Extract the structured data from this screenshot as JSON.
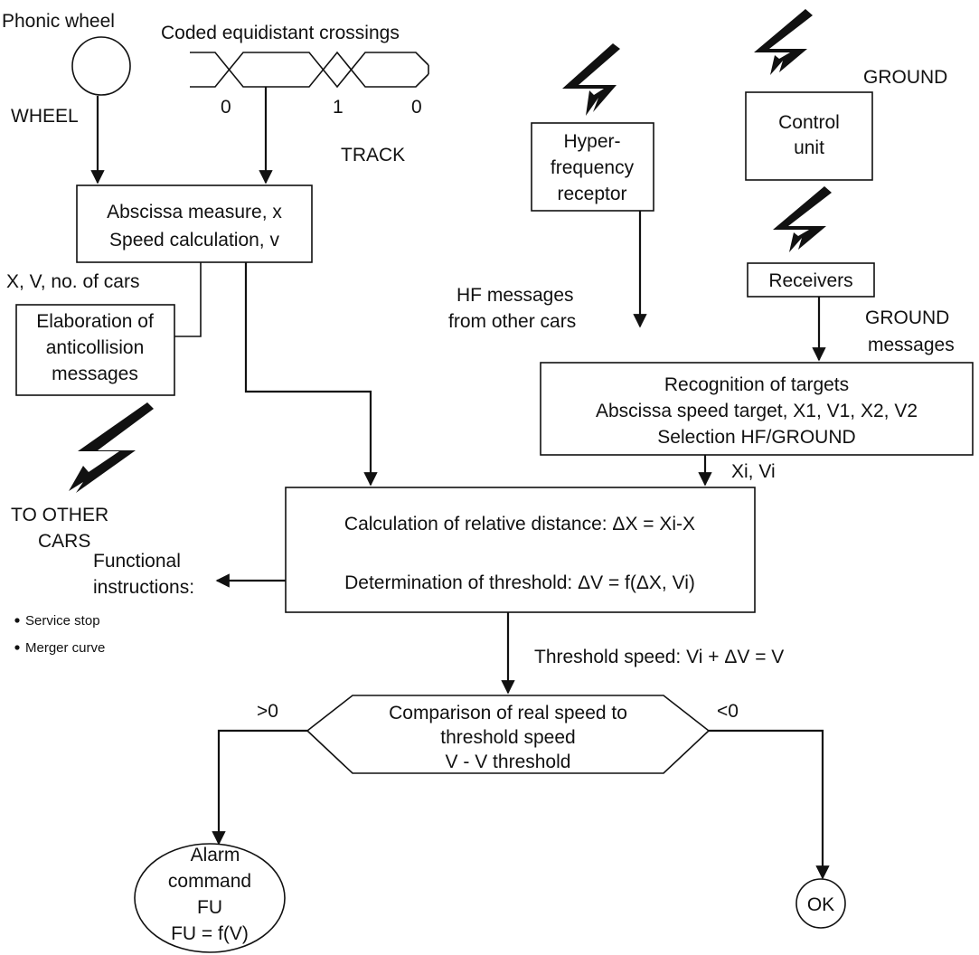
{
  "labels": {
    "phonic_wheel": "Phonic wheel",
    "wheel": "WHEEL",
    "coded_crossings": "Coded equidistant crossings",
    "code_0a": "0",
    "code_1": "1",
    "code_0b": "0",
    "track": "TRACK",
    "ground_top": "GROUND",
    "hf_messages": [
      "HF messages",
      "from other cars"
    ],
    "ground_messages": [
      "GROUND",
      "messages"
    ],
    "xvcars": "X, V, no. of cars",
    "to_other_cars": [
      "TO OTHER",
      "CARS"
    ],
    "xi_vi": "Xi, Vi",
    "functional": [
      "Functional",
      "instructions:"
    ],
    "bullets": [
      "Service stop",
      "Merger curve"
    ],
    "threshold_speed": "Threshold speed: Vi + ΔV = V",
    "greater": ">0",
    "less": "<0"
  },
  "boxes": {
    "abscissa": [
      "Abscissa measure, x",
      "Speed calculation, v"
    ],
    "elaboration": [
      "Elaboration of",
      "anticollision",
      "messages"
    ],
    "hyper": [
      "Hyper-",
      "frequency",
      "receptor"
    ],
    "control": [
      "Control",
      "unit"
    ],
    "receivers": "Receivers",
    "recognition": [
      "Recognition of targets",
      "Abscissa speed target, X1, V1, X2, V2",
      "Selection HF/GROUND"
    ],
    "calculation": [
      "Calculation of relative distance: ΔX = Xi-X",
      "Determination of threshold: ΔV = f(ΔX, Vi)"
    ],
    "comparison": [
      "Comparison of real speed to",
      "threshold speed",
      "V - V threshold"
    ],
    "alarm": [
      "Alarm",
      "command",
      "FU",
      "FU = f(V)"
    ],
    "ok": "OK"
  },
  "colors": {
    "ink": "#111111",
    "background": "#ffffff"
  }
}
